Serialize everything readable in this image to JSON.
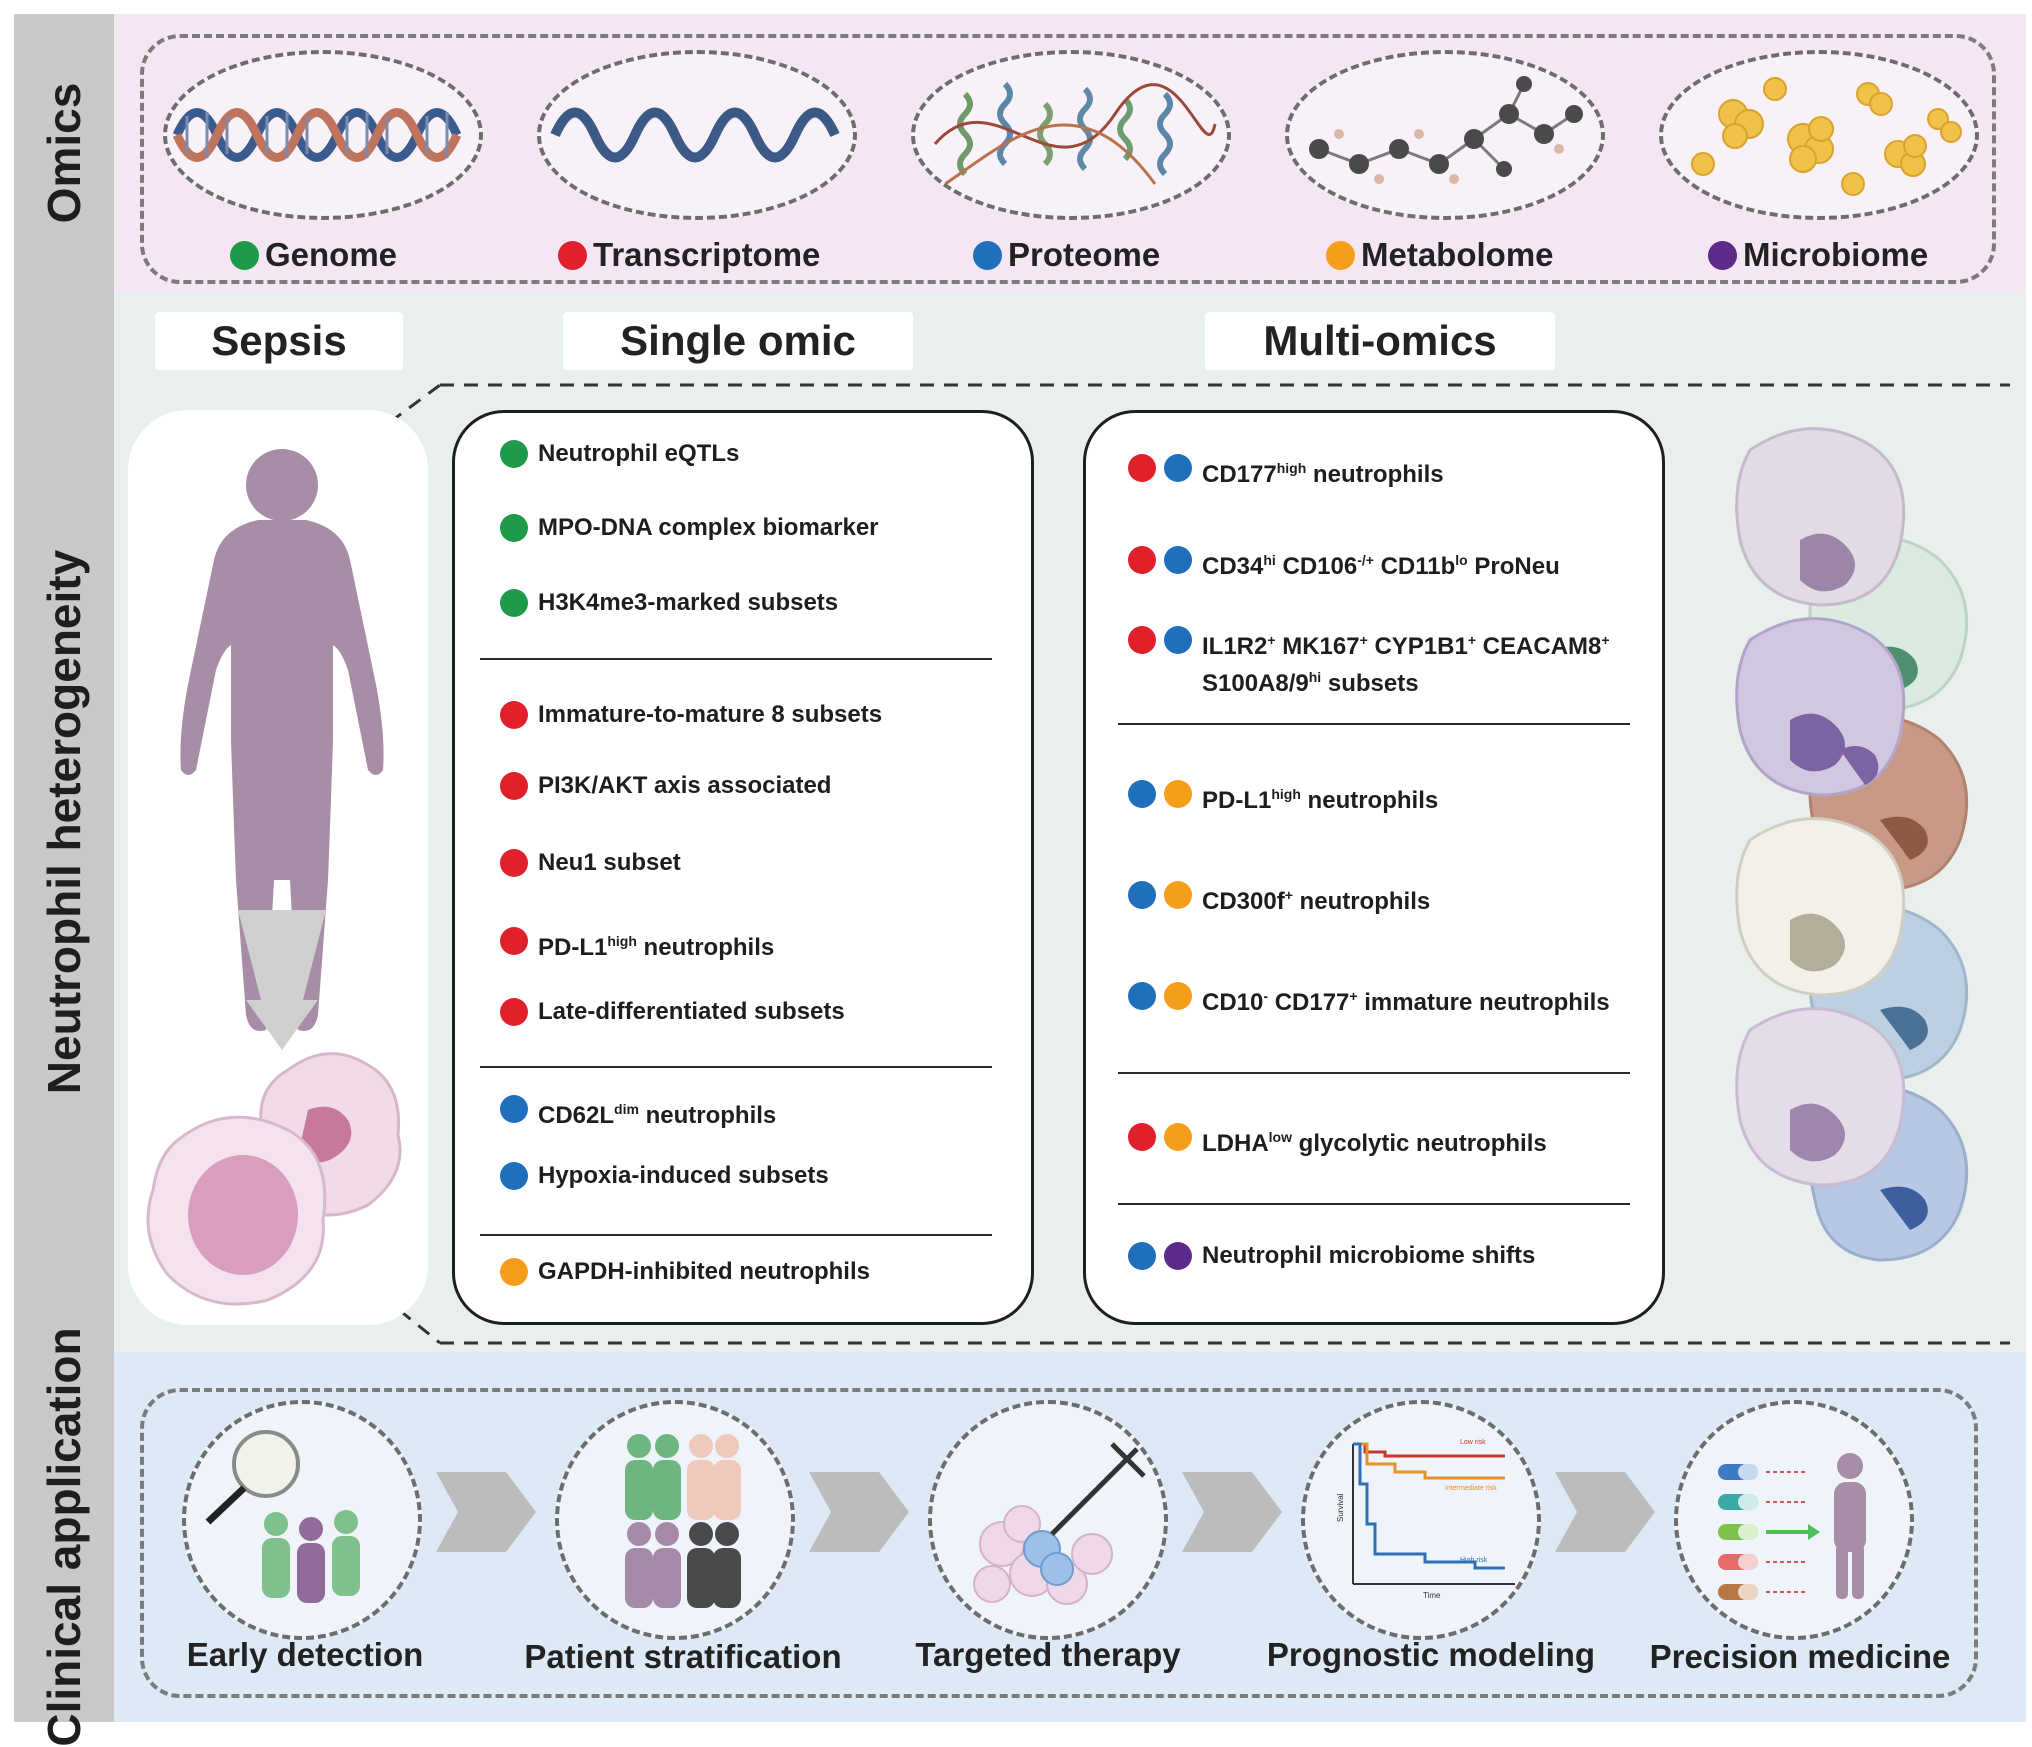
{
  "sidebar": {
    "omics_label": "Omics",
    "neutrophil_label": "Neutrophil heterogeneity",
    "clinical_label": "Clinical application"
  },
  "omics": [
    {
      "label": "Genome",
      "color": "#1e9a48",
      "icon": "dna-double-helix-icon"
    },
    {
      "label": "Transcriptome",
      "color": "#e0202a",
      "icon": "rna-single-strand-icon"
    },
    {
      "label": "Proteome",
      "color": "#1f6fbd",
      "icon": "protein-structure-icon"
    },
    {
      "label": "Metabolome",
      "color": "#f59e1c",
      "icon": "molecule-network-icon"
    },
    {
      "label": "Microbiome",
      "color": "#5b2a8a",
      "icon": "bacteria-cluster-icon"
    }
  ],
  "headers": {
    "sepsis": "Sepsis",
    "single_omic": "Single omic",
    "multi_omics": "Multi-omics"
  },
  "single_omic": {
    "groups": [
      {
        "items": [
          {
            "dots": [
              "#1e9a48"
            ],
            "text": "Neutrophil eQTLs"
          },
          {
            "dots": [
              "#1e9a48"
            ],
            "text": "MPO-DNA complex biomarker"
          },
          {
            "dots": [
              "#1e9a48"
            ],
            "text": "H3K4me3-marked subsets"
          }
        ]
      },
      {
        "items": [
          {
            "dots": [
              "#e0202a"
            ],
            "text": "Immature-to-mature 8 subsets"
          },
          {
            "dots": [
              "#e0202a"
            ],
            "text": "PI3K/AKT axis associated"
          },
          {
            "dots": [
              "#e0202a"
            ],
            "text": "Neu1 subset"
          },
          {
            "dots": [
              "#e0202a"
            ],
            "text_pre": "PD-L1",
            "sup": "high",
            "text_post": " neutrophils"
          },
          {
            "dots": [
              "#e0202a"
            ],
            "text": "Late-differentiated subsets"
          }
        ]
      },
      {
        "items": [
          {
            "dots": [
              "#1f6fbd"
            ],
            "text_pre": "CD62L",
            "sup": "dim",
            "text_post": " neutrophils"
          },
          {
            "dots": [
              "#1f6fbd"
            ],
            "text": "Hypoxia-induced subsets"
          }
        ]
      },
      {
        "items": [
          {
            "dots": [
              "#f59e1c"
            ],
            "text": "GAPDH-inhibited neutrophils"
          }
        ]
      }
    ]
  },
  "multi_omics": {
    "items": [
      {
        "dots": [
          "#e0202a",
          "#1f6fbd"
        ],
        "parts": [
          "CD177",
          "high",
          " neutrophils"
        ]
      },
      {
        "dots": [
          "#e0202a",
          "#1f6fbd"
        ],
        "parts": [
          "CD34",
          "hi",
          " CD106",
          "-/+",
          " CD11b",
          "lo",
          " ProNeu"
        ]
      },
      {
        "dots": [
          "#e0202a",
          "#1f6fbd"
        ],
        "line1": [
          "IL1R2",
          "+",
          " MK167",
          "+",
          " CYP1B1",
          "+",
          " CEACAM8",
          "+"
        ],
        "line2": [
          "S100A8/9",
          "hi",
          " subsets"
        ]
      },
      {
        "dots": [
          "#1f6fbd",
          "#f59e1c"
        ],
        "parts": [
          "PD-L1",
          "high",
          " neutrophils"
        ]
      },
      {
        "dots": [
          "#1f6fbd",
          "#f59e1c"
        ],
        "parts": [
          "CD300f",
          "+",
          " neutrophils"
        ]
      },
      {
        "dots": [
          "#1f6fbd",
          "#f59e1c"
        ],
        "parts": [
          "CD10",
          "-",
          " CD177",
          "+",
          " immature neutrophils"
        ]
      },
      {
        "dots": [
          "#e0202a",
          "#f59e1c"
        ],
        "parts": [
          "LDHA",
          "low",
          " glycolytic neutrophils"
        ]
      },
      {
        "dots": [
          "#1f6fbd",
          "#5b2a8a"
        ],
        "parts": [
          "Neutrophil microbiome shifts"
        ]
      }
    ]
  },
  "clinical": [
    {
      "label": "Early detection",
      "icon": "magnifier-population-icon"
    },
    {
      "label": "Patient stratification",
      "icon": "patient-groups-icon"
    },
    {
      "label": "Targeted therapy",
      "icon": "syringe-cells-icon"
    },
    {
      "label": "Prognostic modeling",
      "icon": "survival-curve-icon"
    },
    {
      "label": "Precision medicine",
      "icon": "pills-person-icon"
    }
  ],
  "survival_chart": {
    "ylabel": "Survival",
    "xlabel": "Time",
    "curves": [
      {
        "label": "Low risk",
        "color": "#c0392b"
      },
      {
        "label": "Intermediate risk",
        "color": "#e8902a"
      },
      {
        "label": "High risk",
        "color": "#2f6fb8"
      }
    ]
  }
}
